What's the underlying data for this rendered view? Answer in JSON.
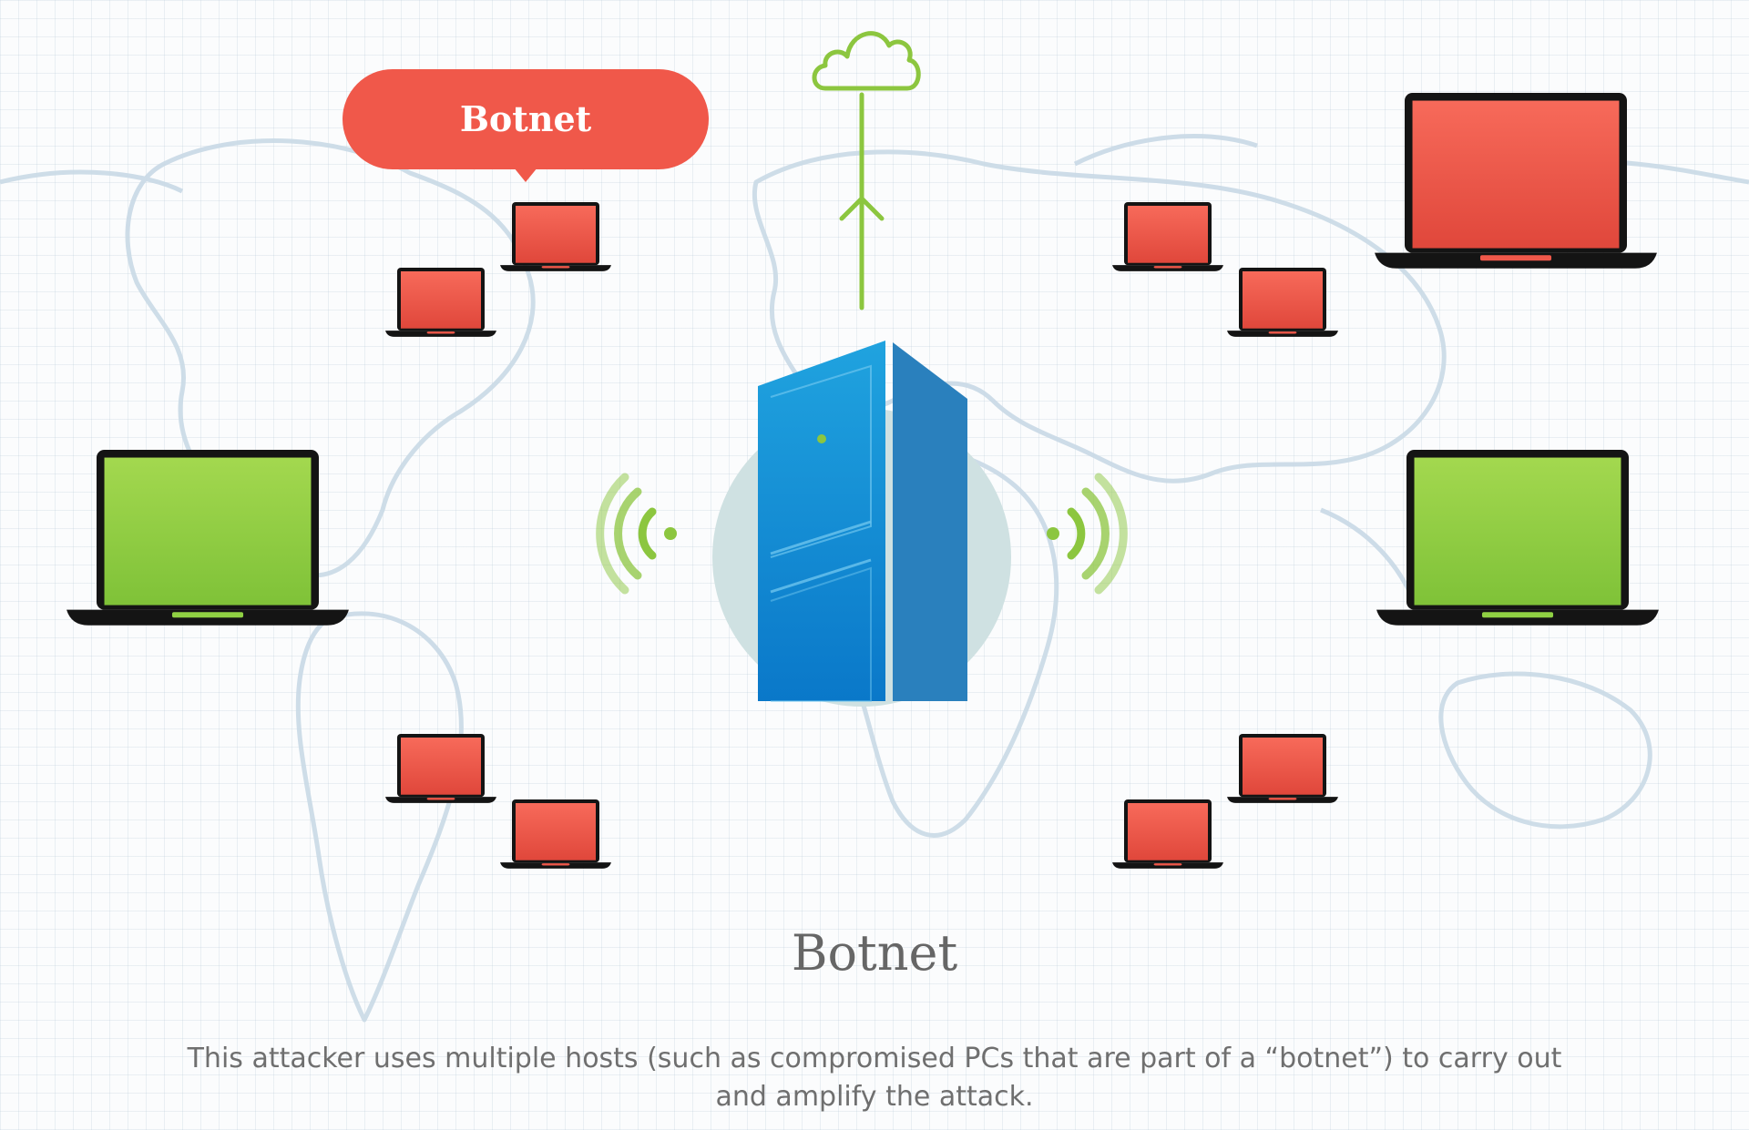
{
  "callout": {
    "label": "Botnet"
  },
  "title": "Botnet",
  "caption": "This attacker uses multiple hosts (such as compromised PCs that are part of a “botnet”) to carry out and amplify the attack.",
  "colors": {
    "compromised": "#f0584a",
    "healthy": "#8fd043",
    "server_front": "#1a8fd6",
    "server_side": "#2a80bd",
    "signal": "#8cc63f",
    "cloud": "#8cc63f",
    "map_line": "#c9d9e6"
  },
  "icons": {
    "cloud": "cloud-icon",
    "server": "server-icon",
    "signal": "wifi-signal-icon",
    "laptop": "laptop-icon"
  }
}
